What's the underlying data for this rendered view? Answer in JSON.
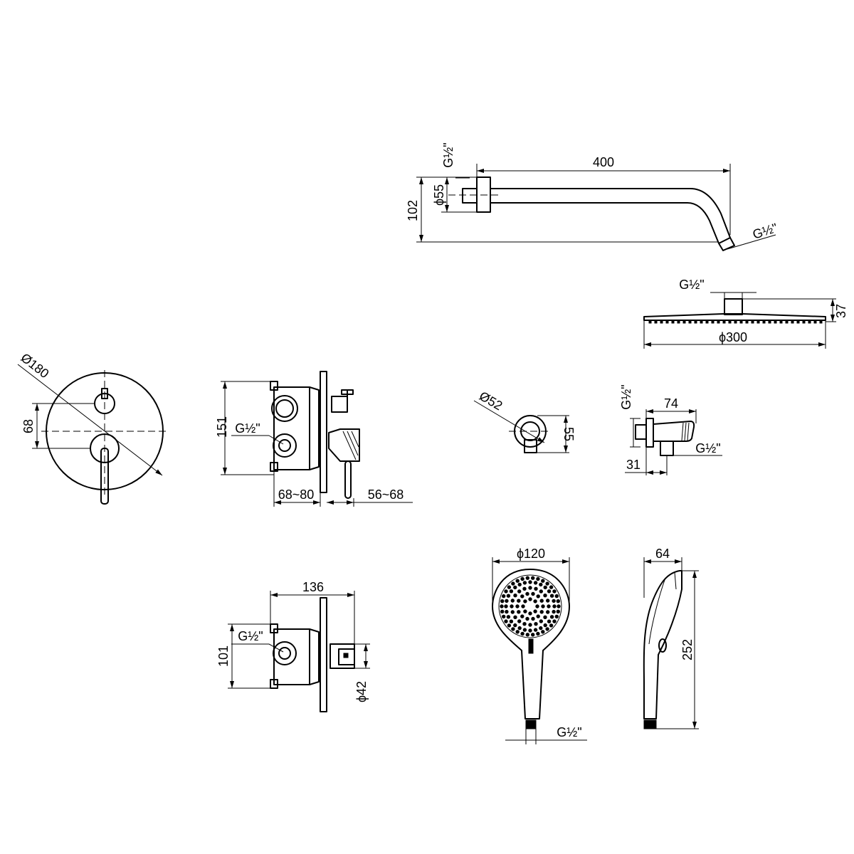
{
  "labels": {
    "arm_thread": "G½\"",
    "arm_length": "400",
    "arm_flange_dia": "ϕ55",
    "arm_height": "102",
    "arm_outlet_thread": "G½\"",
    "head_thread": "G½\"",
    "head_height": "37",
    "head_dia": "ϕ300",
    "plate_dia": "Ø180",
    "plate_spacing": "68",
    "box_height": "151",
    "box_thread": "G½\"",
    "box_depth": "68~80",
    "handle_depth": "56~68",
    "elbow_dia": "Ø52",
    "elbow_height": "55",
    "holder_thread_top": "G½\"",
    "holder_width": "74",
    "holder_thread_side": "G½\"",
    "holder_depth": "31",
    "valve_length": "136",
    "valve_thread": "G½\"",
    "valve_height": "101",
    "valve_dia": "ϕ42",
    "hand_dia": "ϕ120",
    "hand_thread": "G½\"",
    "side_width": "64",
    "side_length": "252"
  }
}
